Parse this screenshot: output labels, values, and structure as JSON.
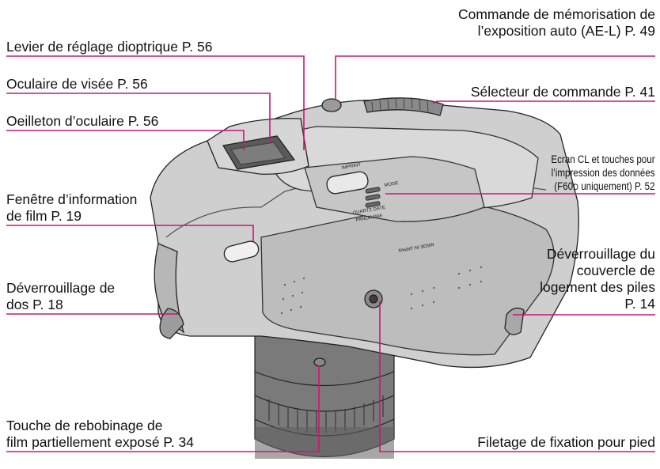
{
  "diagram": {
    "accent_color": "#d1127a",
    "callouts": [
      {
        "id": "diopter-lever",
        "lines": [
          "Levier de réglage dioptrique P. 56"
        ]
      },
      {
        "id": "viewfinder-eyepiece",
        "lines": [
          "Oculaire de visée P. 56"
        ]
      },
      {
        "id": "eyepiece-cup",
        "lines": [
          "Oeilleton d’oculaire P. 56"
        ]
      },
      {
        "id": "film-window",
        "lines": [
          "Fenêtre d’information",
          "de film P. 19"
        ]
      },
      {
        "id": "back-release",
        "lines": [
          "Déverrouillage de",
          "dos P. 18"
        ]
      },
      {
        "id": "rewind-button",
        "lines": [
          "Touche de rebobinage de",
          "film partiellement exposé P. 34"
        ]
      },
      {
        "id": "ae-lock",
        "lines": [
          "Commande de mémorisation de",
          "l’exposition auto (AE-L) P. 49"
        ]
      },
      {
        "id": "command-dial",
        "lines": [
          "Sélecteur de commande P. 41"
        ]
      },
      {
        "id": "lcd-imprint",
        "lines": [
          "Ecran CL et touches pour",
          "l’impression des données",
          "(F60",
          "D",
          " uniquement) P. 52"
        ]
      },
      {
        "id": "battery-cover",
        "lines": [
          "Déverrouillage du",
          "couvercle de",
          "logement des piles",
          "P. 14"
        ]
      },
      {
        "id": "tripod-socket",
        "lines": [
          "Filetage de fixation pour pied"
        ]
      }
    ],
    "camera_markings": {
      "imprint": "IMPRINT",
      "mode": "MODE",
      "quartz_date": "QUARTZ DATE",
      "panorama": "PANORAMA",
      "made_in_japan": "MADE IN JAPAN"
    }
  }
}
